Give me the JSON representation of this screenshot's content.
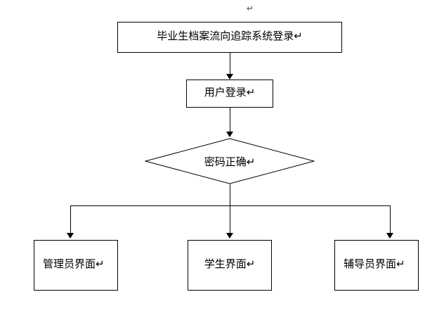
{
  "diagram": {
    "type": "flowchart",
    "title_mark": "↵",
    "nodes": [
      {
        "id": "title-box",
        "label": "毕业生档案流向追踪系统登录↵",
        "shape": "rectangle"
      },
      {
        "id": "user-login",
        "label": "用户登录↵",
        "shape": "rectangle"
      },
      {
        "id": "password-check",
        "label": "密码正确↵",
        "shape": "diamond"
      },
      {
        "id": "admin-ui",
        "label": "管理员界面↵",
        "shape": "rectangle"
      },
      {
        "id": "student-ui",
        "label": "学生界面↵",
        "shape": "rectangle"
      },
      {
        "id": "counselor-ui",
        "label": "辅导员界面↵",
        "shape": "rectangle"
      }
    ],
    "edges": [
      {
        "from": "title-box",
        "to": "user-login"
      },
      {
        "from": "user-login",
        "to": "password-check"
      },
      {
        "from": "password-check",
        "to": "admin-ui"
      },
      {
        "from": "password-check",
        "to": "student-ui"
      },
      {
        "from": "password-check",
        "to": "counselor-ui"
      }
    ],
    "marks": {
      "top_pilcrow": "↵"
    },
    "colors": {
      "stroke": "#000000",
      "fill": "#ffffff",
      "text": "#000000",
      "mark": "#4a4a4a"
    }
  }
}
